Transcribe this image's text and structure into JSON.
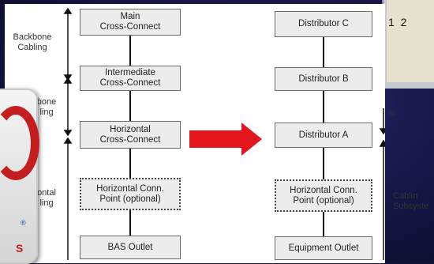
{
  "diagram": {
    "left_column": {
      "boxes": [
        {
          "label": "Main\nCross-Connect"
        },
        {
          "label": "Intermediate\nCross-Connect"
        },
        {
          "label": "Horizontal\nCross-Connect"
        },
        {
          "label": "Horizontal Conn.\nPoint (optional)"
        },
        {
          "label": "BAS Outlet"
        }
      ],
      "side_labels": [
        "Backbone\nCabling",
        "bone\nling",
        "ontal\nling"
      ]
    },
    "right_column": {
      "boxes": [
        {
          "label": "Distributor C"
        },
        {
          "label": "Distributor B"
        },
        {
          "label": "Distributor A"
        },
        {
          "label": "Horizontal Conn.\nPoint (optional)"
        },
        {
          "label": "Equipment Outlet"
        }
      ],
      "side_labels": [
        "Subsyste",
        "Cablin\nSubsyste"
      ]
    },
    "arrow_color": "#e5161b",
    "overlays": {
      "top_right_numbers": "1 2",
      "logo_mark": "®",
      "logo_letter": "S"
    }
  }
}
